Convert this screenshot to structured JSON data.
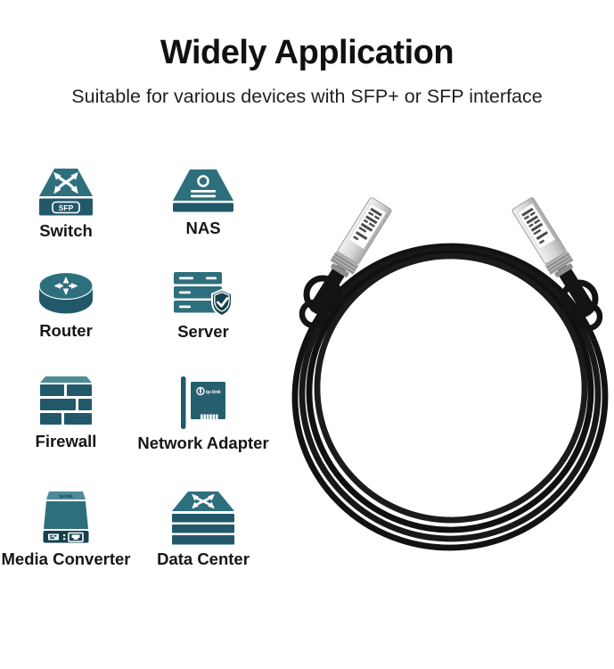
{
  "header": {
    "title": "Widely Application",
    "subtitle": "Suitable for various devices with SFP+ or SFP interface"
  },
  "devices": [
    {
      "label": "Switch",
      "icon": "switch-icon"
    },
    {
      "label": "NAS",
      "icon": "nas-icon"
    },
    {
      "label": "Router",
      "icon": "router-icon"
    },
    {
      "label": "Server",
      "icon": "server-icon"
    },
    {
      "label": "Firewall",
      "icon": "firewall-icon"
    },
    {
      "label": "Network Adapter",
      "icon": "network-adapter-icon"
    },
    {
      "label": "Media Converter",
      "icon": "media-converter-icon"
    },
    {
      "label": "Data Center",
      "icon": "data-center-icon"
    }
  ],
  "badges": {
    "sfp": "SFP",
    "brand": "tp-link"
  },
  "product_photo": {
    "connector_count": 2,
    "cable_color": "#141414",
    "connector_color": "#D8D8D8"
  },
  "colors": {
    "teal_main": "#2E6F7D",
    "teal_dark": "#22596A",
    "teal_deep": "#16414E",
    "teal_light": "#4E8B97",
    "text": "#1A1A1A"
  }
}
